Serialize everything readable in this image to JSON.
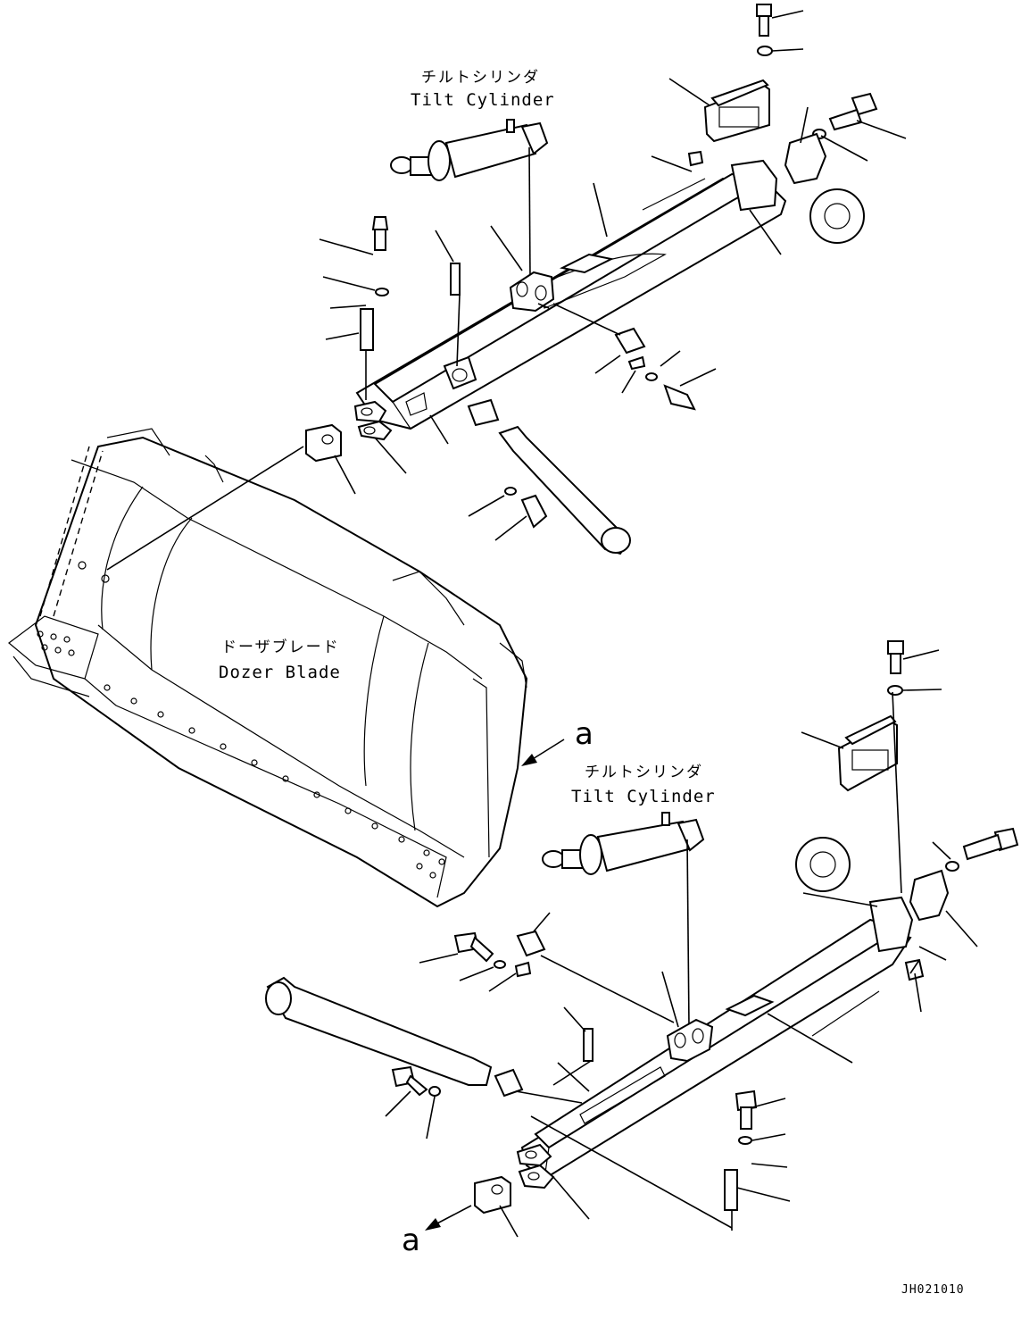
{
  "top_cylinder": {
    "label_jp": "チルトシリンダ",
    "label_en": "Tilt Cylinder"
  },
  "bottom_cylinder": {
    "label_jp": "チルトシリンダ",
    "label_en": "Tilt Cylinder"
  },
  "blade": {
    "label_jp": "ドーザブレード",
    "label_en": "Dozer Blade"
  },
  "view_marker_top": "a",
  "view_marker_bottom": "a",
  "drawing_code": "JH021010"
}
